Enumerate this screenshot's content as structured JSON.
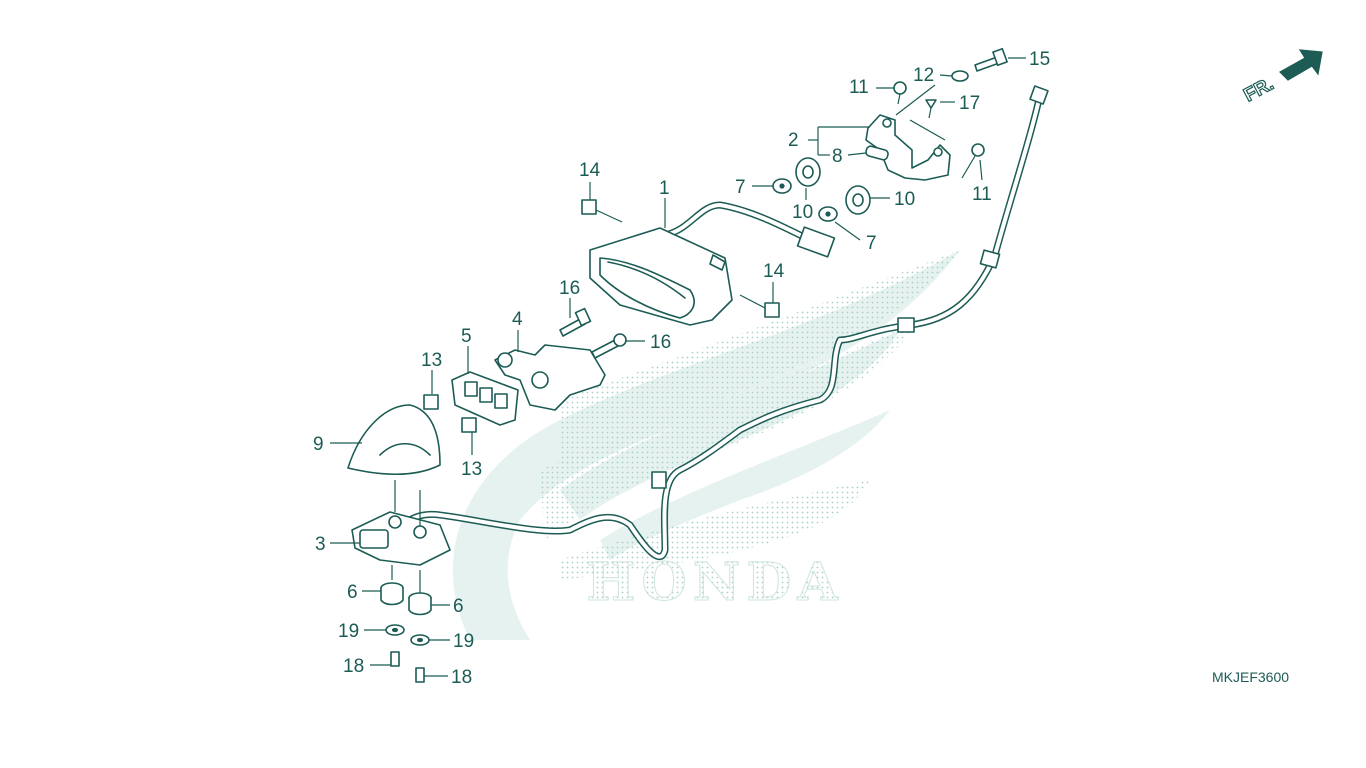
{
  "diagram_code": "MKJEF3600",
  "front_arrow_label": "FR.",
  "watermark_text": "HONDA",
  "colors": {
    "ink": "#1c5c55",
    "watermark": "#e6f2ef",
    "background": "#ffffff"
  },
  "callouts": {
    "c1": "1",
    "c2": "2",
    "c3": "3",
    "c4": "4",
    "c5": "5",
    "c6a": "6",
    "c6b": "6",
    "c7a": "7",
    "c7b": "7",
    "c8": "8",
    "c9": "9",
    "c10a": "10",
    "c10b": "10",
    "c11a": "11",
    "c11b": "11",
    "c12": "12",
    "c13a": "13",
    "c13b": "13",
    "c14a": "14",
    "c14b": "14",
    "c15": "15",
    "c16a": "16",
    "c16b": "16",
    "c17": "17",
    "c18a": "18",
    "c18b": "18",
    "c19a": "19",
    "c19b": "19"
  }
}
